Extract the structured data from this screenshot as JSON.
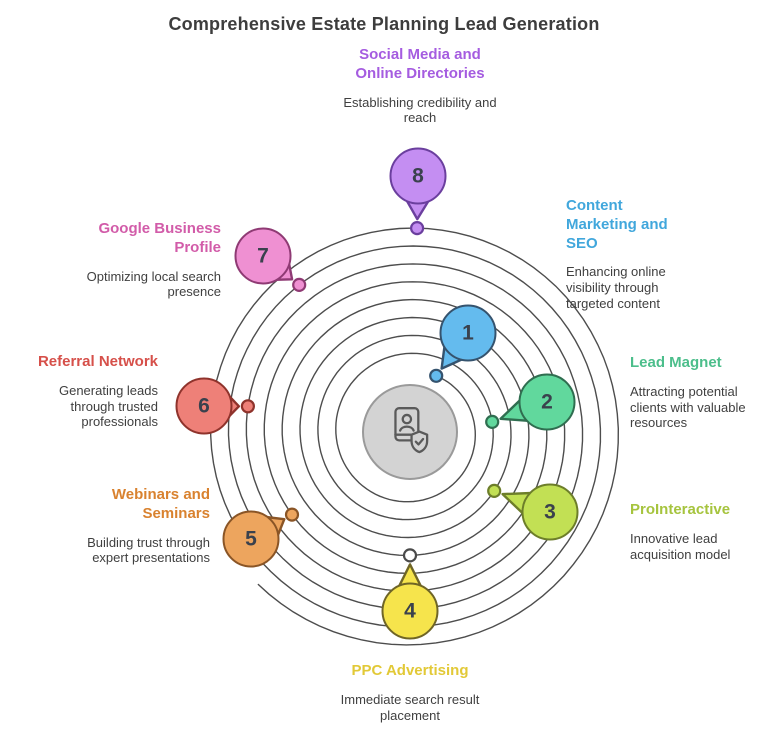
{
  "title": "Comprehensive Estate Planning Lead Generation",
  "title_color": "#3d3d3d",
  "spiral_color": "#4d4d4d",
  "center": {
    "icon": "id-card-shield-check-icon",
    "fill": "#d3d3d3",
    "border": "#9a9a9a"
  },
  "items": [
    {
      "number": "1",
      "title": "Content Marketing and SEO",
      "description": "Enhancing online visibility through targeted content",
      "text_color": "#41a7dc",
      "fill": "#64bbee",
      "border": "#35536e",
      "dot_fill": "#64bbee"
    },
    {
      "number": "2",
      "title": "Lead Magnet",
      "description": "Attracting potential clients with valuable resources",
      "text_color": "#4cbe8b",
      "fill": "#61d89d",
      "border": "#2f6e50",
      "dot_fill": "#61d89d"
    },
    {
      "number": "3",
      "title": "ProInteractive",
      "description": "Innovative lead acquisition model",
      "text_color": "#a6c43e",
      "fill": "#c2e054",
      "border": "#6d7e2a",
      "dot_fill": "#c2e054"
    },
    {
      "number": "4",
      "title": "PPC Advertising",
      "description": "Immediate search result placement",
      "text_color": "#e2c937",
      "fill": "#f6e44c",
      "border": "#6f6526",
      "dot_fill": "#ffffff"
    },
    {
      "number": "5",
      "title": "Webinars and Seminars",
      "description": "Building trust through expert presentations",
      "text_color": "#d9822f",
      "fill": "#eda55e",
      "border": "#8a5526",
      "dot_fill": "#eda55e"
    },
    {
      "number": "6",
      "title": "Referral Network",
      "description": "Generating leads through trusted professionals",
      "text_color": "#d6504a",
      "fill": "#ee8078",
      "border": "#8f332c",
      "dot_fill": "#ee8078"
    },
    {
      "number": "7",
      "title": "Google Business Profile",
      "description": "Optimizing local search presence",
      "text_color": "#d25ca9",
      "fill": "#ef90d2",
      "border": "#8f3a74",
      "dot_fill": "#ef90d2"
    },
    {
      "number": "8",
      "title": "Social Media and Online Directories",
      "description": "Establishing credibility and reach",
      "text_color": "#a55ce0",
      "fill": "#c48ef2",
      "border": "#6b3f9e",
      "dot_fill": "#c48ef2"
    }
  ]
}
